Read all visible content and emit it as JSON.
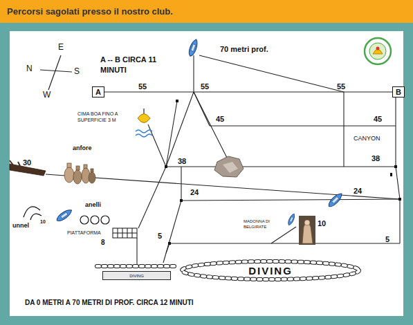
{
  "diagram": {
    "title": "Percorsi sagolati presso il nostro club.",
    "nodes": [
      {
        "text": [
          "A"
        ]
      },
      {
        "text": [
          "B"
        ]
      },
      {
        "text": [
          "DIVING"
        ]
      },
      {
        "text": [
          "DIVING"
        ]
      }
    ],
    "edges": [
      {
        "from": 0,
        "to": 1,
        "arrow": "none"
      }
    ],
    "labels": [
      "E",
      "N",
      "S",
      "W",
      "A -- B CIRCA 11 MINUTI",
      "70 metri prof.",
      "55",
      "55",
      "55",
      "CIMA BOA FINO A SUPERFICIE 3 M",
      "45",
      "45",
      "CANYON",
      "38",
      "38",
      "anfore",
      "30",
      "24",
      "24",
      "anelli",
      "unnel",
      "10",
      "PIATTAFORMA",
      "8",
      "5",
      "MADONNA DI BELGIRATE",
      "10",
      "5",
      "DA 0 METRI A 70 METRI DI PROF. CIRCA 12 MINUTI"
    ]
  }
}
